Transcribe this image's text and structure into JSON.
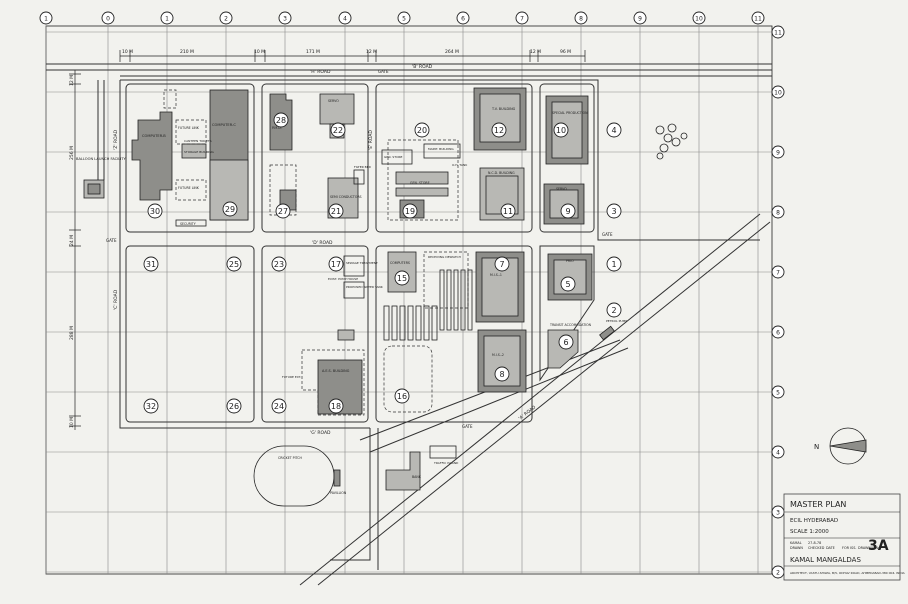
{
  "title_block": {
    "title": "MASTER PLAN",
    "project": "ECIL HYDERABAD",
    "scale": "SCALE 1:2000",
    "date": "27-8-78",
    "row_labels": [
      "KAMAL",
      "CHECKED",
      "DATE",
      "FOR ISS.",
      "DRAWING No."
    ],
    "row_values": [
      "DRAWN",
      "",
      "",
      "",
      ""
    ],
    "logo": "3A",
    "architect": "KAMAL MANGALDAS",
    "address": "ARCHITECT, VASTU-SHILPA, B/5, ODHAV ROAD, AHMEDABAD-380 004. INDIA"
  },
  "grid": {
    "columns": [
      "1",
      "0",
      "1",
      "2",
      "3",
      "4",
      "5",
      "6",
      "7",
      "8",
      "9",
      "10",
      "11"
    ],
    "rows": [
      "11",
      "10",
      "9",
      "8",
      "7",
      "6",
      "5",
      "4",
      "3",
      "2"
    ]
  },
  "dimensions_top": [
    "10 M",
    "210 M",
    "10 M",
    "171 M",
    "12 M",
    "264 M",
    "12 M",
    "96 M"
  ],
  "dimensions_left": [
    "12 M",
    "256 M",
    "24 M",
    "288 M",
    "10 M"
  ],
  "roads": {
    "h_road": "'H' ROAD",
    "b_road": "'B' ROAD",
    "d_road": "'D' ROAD",
    "g_road": "'G' ROAD",
    "c_road": "'C' ROAD",
    "z_road": "'Z' ROAD",
    "e_road": "'E' ROAD",
    "a_road": "'A' ROAD",
    "gate": "GATE"
  },
  "plots": [
    {
      "n": "1"
    },
    {
      "n": "2"
    },
    {
      "n": "3"
    },
    {
      "n": "4"
    },
    {
      "n": "5"
    },
    {
      "n": "6"
    },
    {
      "n": "7"
    },
    {
      "n": "8"
    },
    {
      "n": "9"
    },
    {
      "n": "10"
    },
    {
      "n": "11"
    },
    {
      "n": "12"
    },
    {
      "n": "15"
    },
    {
      "n": "16"
    },
    {
      "n": "17"
    },
    {
      "n": "18"
    },
    {
      "n": "19"
    },
    {
      "n": "20"
    },
    {
      "n": "21"
    },
    {
      "n": "22"
    },
    {
      "n": "23"
    },
    {
      "n": "24"
    },
    {
      "n": "25"
    },
    {
      "n": "26"
    },
    {
      "n": "27"
    },
    {
      "n": "28"
    },
    {
      "n": "29"
    },
    {
      "n": "30"
    },
    {
      "n": "31"
    },
    {
      "n": "32"
    }
  ],
  "labels": {
    "computer_b": "COMPUTER-B",
    "computer_c": "COMPUTER-C",
    "future_link": "FUTURE LINK",
    "future_link2": "FUTURE LINK",
    "canteen": "CANTEEN TOILETS",
    "storage": "STORAGE BUILDING",
    "security": "SECURITY",
    "balloon": "BALLOON LAUNCH FACILITY",
    "servo": "SERVO",
    "servo2": "SERVO",
    "tv": "T.V. BUILDING",
    "special": "SPECIAL PRODUCTION",
    "ncd": "N.C.D. BUILDING",
    "gen_store": "GEN. STORE",
    "maint": "MAINT. BUILDING",
    "gen_store2": "GEN. STORE",
    "pmd": "P.M.D.",
    "semi": "SEMI CONDUCTORS",
    "filter": "FILTER BED",
    "ohtank": "O.H. TANK",
    "prio": "PRIO",
    "transit": "TRANSIT ACCOMODATION",
    "petrol": "PETROL PUMP",
    "mis1": "M.I.S.-1",
    "mis2": "M.I.S.-2",
    "computers": "COMPUTERS",
    "receiving": "RECEIVING DESPATCH",
    "aes": "A.E.S. BUILDING",
    "future_ext": "FUTURE EXT.",
    "cricket": "CRICKET PITCH",
    "pavillion": "PAVILLION",
    "bank": "BANK",
    "traffic": "TRAFFIC ISLAND",
    "sewage": "SEWAGE TREATMENT",
    "proposed_tank": "PROPOSED WATER TANK",
    "exist_pump": "EXIST. PUMP HOUSE"
  }
}
